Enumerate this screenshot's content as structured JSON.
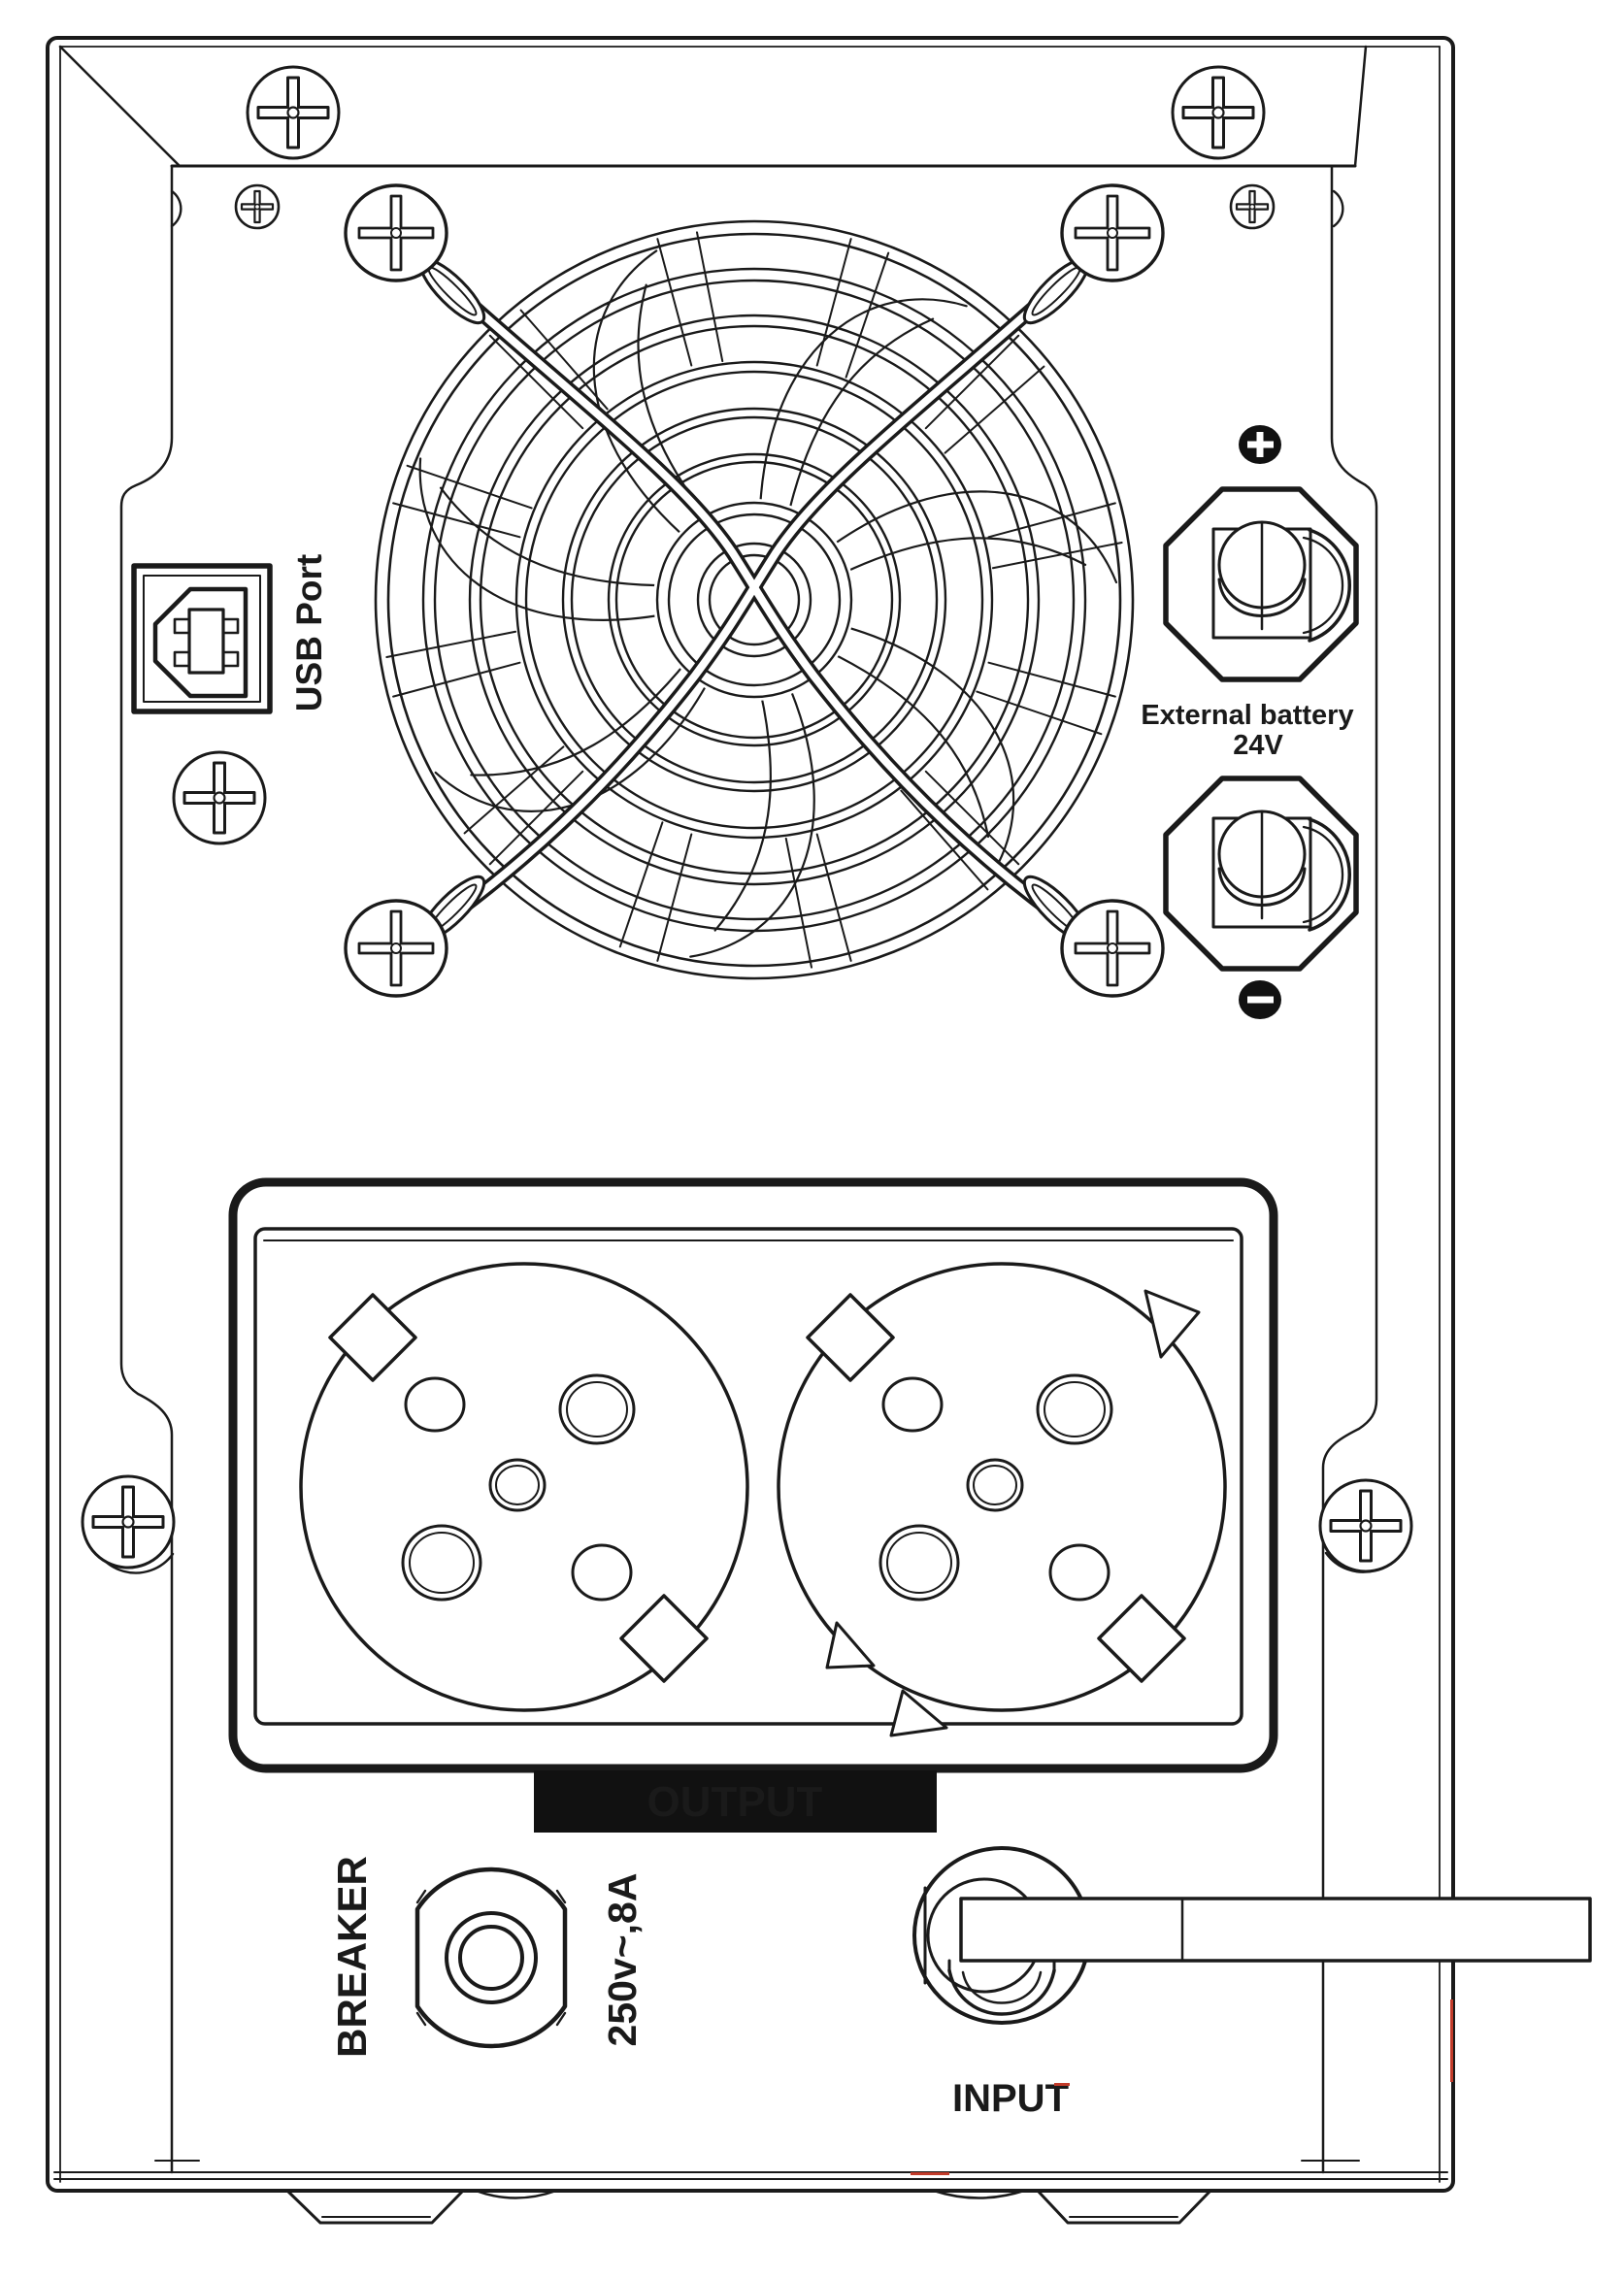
{
  "device": {
    "usb": {
      "label": "USB Port"
    },
    "battery": {
      "label_line1": "External battery",
      "label_line2": "24V",
      "positive_symbol": "+",
      "negative_symbol": "-"
    },
    "output": {
      "label": "OUTPUT"
    },
    "breaker": {
      "label": "BREAKER",
      "rating": "250v~,8A"
    },
    "input": {
      "label": "INPUT"
    }
  },
  "icons": {
    "screws": "phillips-screw-icon",
    "fan": "fan-grille-icon",
    "battery_positive": "plus-icon",
    "battery_negative": "minus-icon",
    "usb_connector": "usb-b-port-icon",
    "power_socket": "schuko-socket-icon",
    "power_cord": "power-cord-icon"
  },
  "colors": {
    "line": "#1a1a1a",
    "background": "#ffffff",
    "label_bar_background": "#111111",
    "label_bar_text": "#ffffff",
    "badge_background": "#111111",
    "badge_symbol": "#ffffff",
    "artifact_red": "#c23b2a"
  }
}
